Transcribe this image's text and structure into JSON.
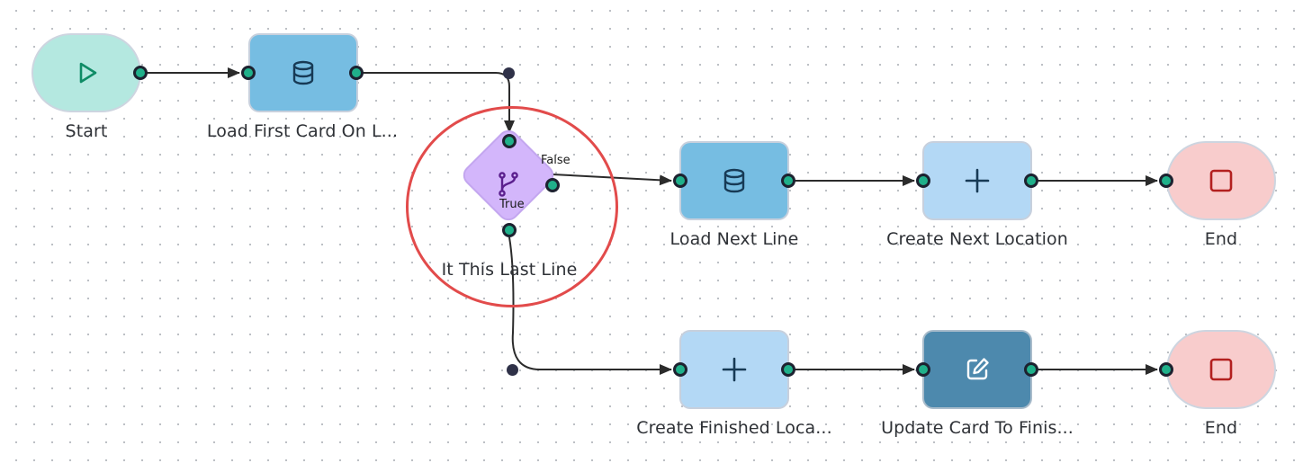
{
  "colors": {
    "start_fill": "#b4e8e0",
    "load_fill": "#76bde2",
    "create_fill": "#b3d8f5",
    "update_fill": "#4d89ad",
    "end_fill": "#f8cccc",
    "condition_fill": "#d3b6fb",
    "handle": "#20b08a",
    "highlight": "#e24b4b"
  },
  "nodes": {
    "start": {
      "label": "Start",
      "icon": "play-icon"
    },
    "load_first": {
      "label": "Load First Card On L...",
      "icon": "database-icon"
    },
    "condition": {
      "label": "It This Last Line",
      "icon": "git-branch-icon",
      "true_label": "True",
      "false_label": "False"
    },
    "load_next": {
      "label": "Load Next Line",
      "icon": "database-icon"
    },
    "create_next": {
      "label": "Create Next Location",
      "icon": "plus-icon"
    },
    "end_top": {
      "label": "End",
      "icon": "stop-icon"
    },
    "create_finished": {
      "label": "Create Finished Loca...",
      "icon": "plus-icon"
    },
    "update_card": {
      "label": "Update Card To Finis...",
      "icon": "edit-icon"
    },
    "end_bottom": {
      "label": "End",
      "icon": "stop-icon"
    }
  }
}
